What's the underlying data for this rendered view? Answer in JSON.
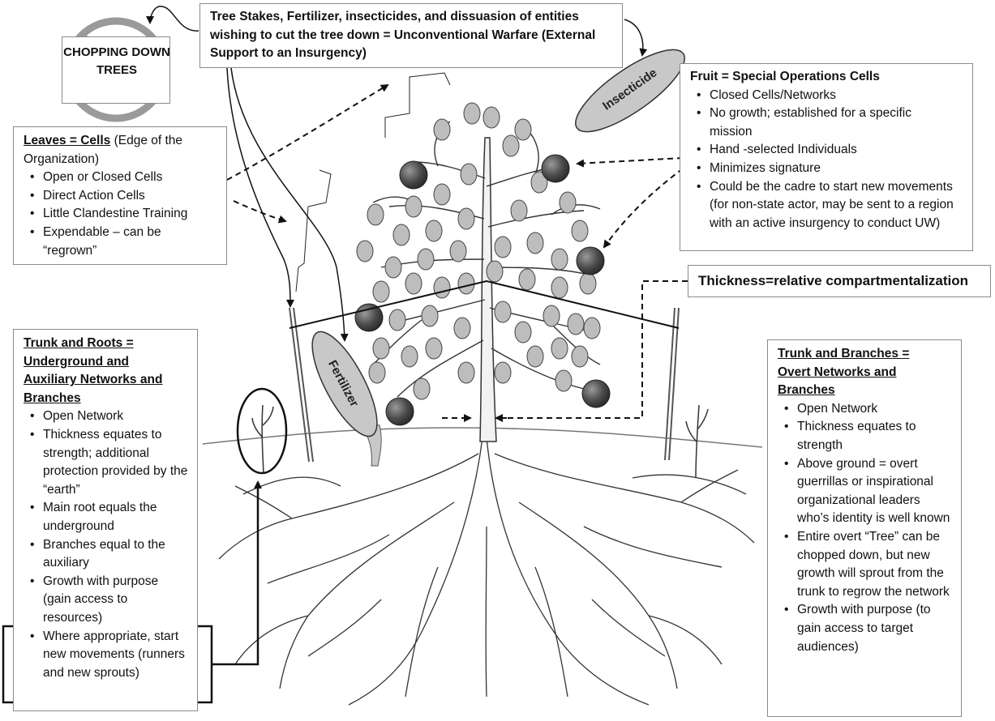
{
  "chopping": {
    "label": "CHOPPING DOWN TREES"
  },
  "top_box": {
    "text": "Tree Stakes, Fertilizer, insecticides, and dissuasion of entities wishing to cut the tree down = Unconventional Warfare (External Support to an Insurgency)"
  },
  "leaves_box": {
    "title": "Leaves = Cells",
    "subtitle": " (Edge of the Organization)",
    "items": [
      "Open or Closed Cells",
      "Direct Action Cells",
      "Little Clandestine Training",
      "Expendable – can be “regrown”"
    ]
  },
  "fruit_box": {
    "title": "Fruit = Special Operations Cells",
    "items": [
      "Closed Cells/Networks",
      "No growth; established for a specific mission",
      "Hand -selected Individuals",
      "Minimizes signature",
      "Could be the cadre to start new movements (for non-state actor, may be sent to a region with an active insurgency to conduct UW)"
    ]
  },
  "thickness_box": {
    "text": "Thickness=relative compartmentalization"
  },
  "roots_box": {
    "title": "Trunk and Roots  = Underground and Auxiliary Networks and Branches",
    "items": [
      "Open Network",
      "Thickness equates to strength; additional protection provided by the “earth”",
      "Main root equals the underground",
      "Branches equal to the auxiliary",
      "Growth with purpose (gain access to resources)",
      "Where appropriate, start new movements (runners and new sprouts)"
    ]
  },
  "branches_box": {
    "title": "Trunk and Branches = Overt Networks and Branches",
    "items": [
      "Open Network",
      "Thickness equates to strength",
      "Above ground = overt guerrillas or inspirational organizational leaders who’s identity is well known",
      "Entire overt “Tree” can be chopped down, but new growth will sprout from the trunk to regrow the network",
      "Growth with purpose (to gain access to target audiences)"
    ]
  },
  "insecticide": {
    "label": "Insecticide"
  },
  "fertilizer": {
    "label": "Fertilizer"
  },
  "colors": {
    "line": "#111111",
    "box_border": "#8a8a8a",
    "capsule": "#c8c8c8",
    "fruit": "#555555",
    "leaf": "#bdbdbd"
  }
}
